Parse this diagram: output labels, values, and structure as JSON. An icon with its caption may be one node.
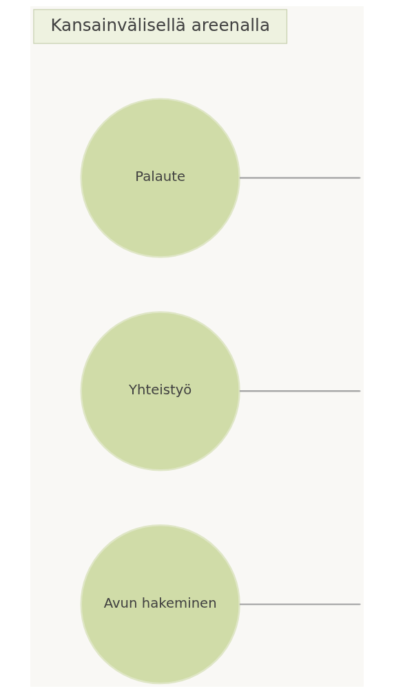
{
  "diagram": {
    "nodes": [
      {
        "text": [
          "Kansainvälisellä areenalla"
        ]
      },
      {
        "text": [
          "Palaute"
        ]
      },
      {
        "text": [
          "Yhteistyö"
        ]
      },
      {
        "text": [
          "Avun hakeminen"
        ]
      }
    ],
    "edges": [
      {
        "from": 1,
        "to": null,
        "arrow": "none"
      },
      {
        "from": 2,
        "to": null,
        "arrow": "none"
      },
      {
        "from": 3,
        "to": null,
        "arrow": "none"
      }
    ]
  }
}
